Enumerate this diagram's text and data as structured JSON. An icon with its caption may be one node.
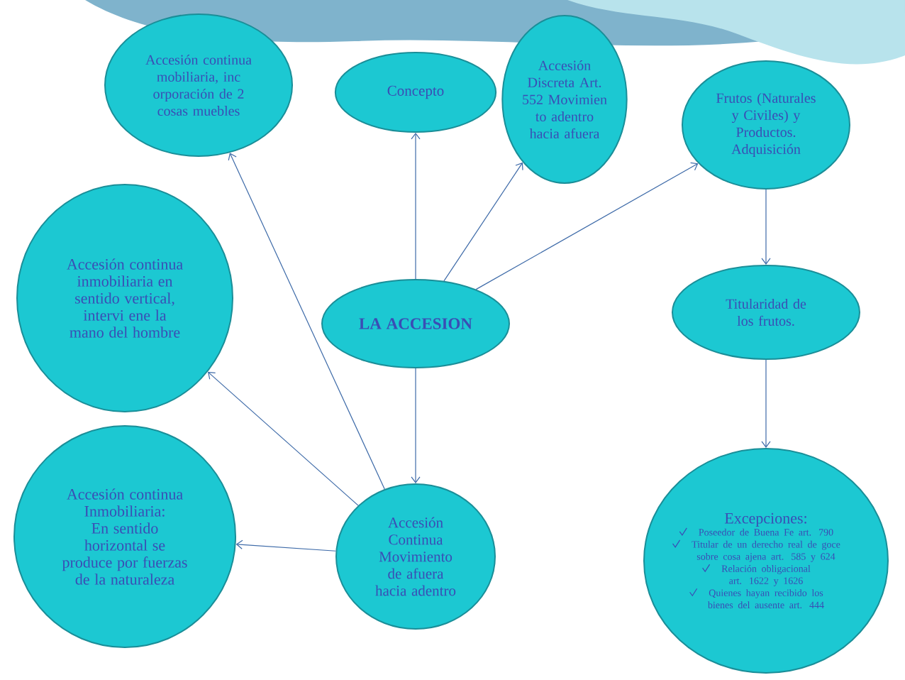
{
  "diagram": {
    "nodes": [
      {
        "text": [
          "LA ACCESION"
        ]
      },
      {
        "text": [
          "Concepto"
        ]
      },
      {
        "text": [
          "Accesión Discreta Art. 552 Movimien to adentro hacia afuera"
        ]
      },
      {
        "text": [
          "Frutos (Naturales y Civiles) y Productos. Adquisición"
        ]
      },
      {
        "text": [
          "Titularidad de los frutos."
        ]
      },
      {
        "text": [
          "Excepciones:",
          "Poseedor de Buena Fe art. 790",
          "Titular de un derecho real de goce sobre cosa ajena art. 585 y 624",
          "Relación obligacional art. 1622 y 1626",
          "Quienes hayan recibido los bienes del ausente art. 444"
        ]
      },
      {
        "text": [
          "Accesión continua mobiliaria, inc orporación de 2 cosas muebles"
        ]
      },
      {
        "text": [
          "Accesión continua inmobiliaria en sentido vertical, intervi ene la mano del hombre"
        ]
      },
      {
        "text": [
          "Accesión continua Inmobiliaria: En sentido horizontal se produce por fuerzas de la naturaleza"
        ]
      },
      {
        "text": [
          "Accesión Continua Movimiento de afuera hacia adentro"
        ]
      }
    ],
    "edges": [
      {
        "from": 0,
        "to": 1,
        "arrow": "to"
      },
      {
        "from": 0,
        "to": 2,
        "arrow": "to"
      },
      {
        "from": 0,
        "to": 3,
        "arrow": "to"
      },
      {
        "from": 3,
        "to": 4,
        "arrow": "to"
      },
      {
        "from": 4,
        "to": 5,
        "arrow": "to"
      },
      {
        "from": 0,
        "to": 9,
        "arrow": "to"
      },
      {
        "from": 9,
        "to": 6,
        "arrow": "to"
      },
      {
        "from": 9,
        "to": 7,
        "arrow": "to"
      },
      {
        "from": 9,
        "to": 8,
        "arrow": "to"
      }
    ]
  }
}
